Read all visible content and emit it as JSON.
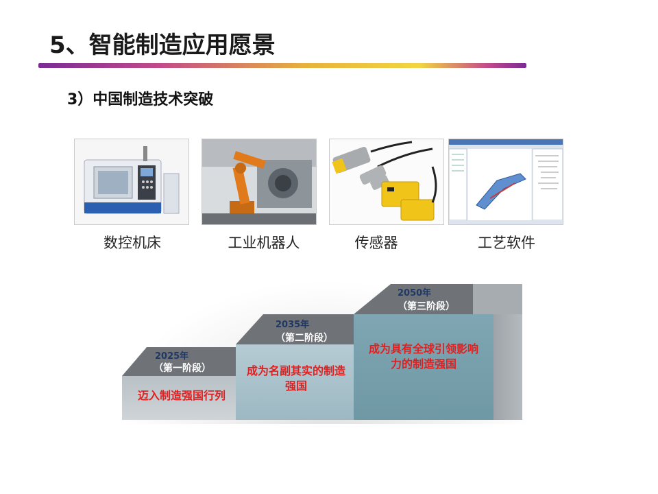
{
  "slide": {
    "title": "5、智能制造应用愿景",
    "subtitle": "3）中国制造技术突破"
  },
  "products": [
    {
      "caption": "数控机床",
      "icon": "cnc-machine-icon"
    },
    {
      "caption": "工业机器人",
      "icon": "industrial-robot-icon"
    },
    {
      "caption": "传感器",
      "icon": "sensor-icon"
    },
    {
      "caption": "工艺软件",
      "icon": "process-software-icon"
    }
  ],
  "stages": [
    {
      "year": "2025年",
      "phase": "（第一阶段）",
      "goal": "迈入制造强国行列"
    },
    {
      "year": "2035年",
      "phase": "（第二阶段）",
      "goal": "成为名副其实的制造强国"
    },
    {
      "year": "2050年",
      "phase": "（第三阶段）",
      "goal": "成为具有全球引领影响力的制造强国"
    }
  ],
  "colors": {
    "rule_start": "#7a2a96",
    "rule_mid": "#f2d640",
    "goal_text": "#e02020",
    "year_text": "#1f3864",
    "cnc_blue": "#2b5fb0",
    "robot_orange": "#e07a1a",
    "sensor_yellow": "#f0c419"
  }
}
